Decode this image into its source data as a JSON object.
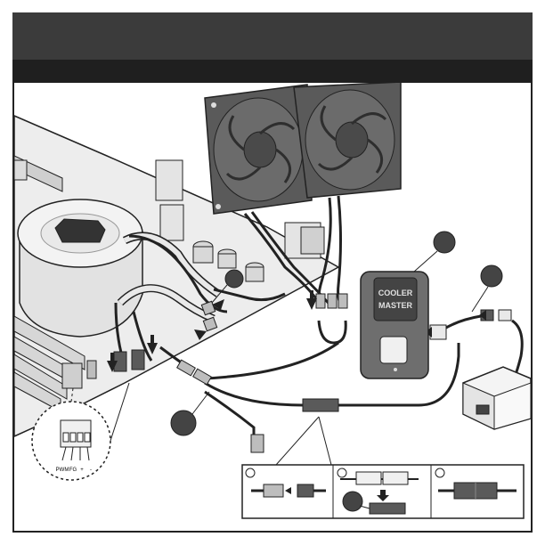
{
  "header": {
    "title": "",
    "subtitle": ""
  },
  "cooler_logo": {
    "line1": "COOLER",
    "line2": "MASTER"
  },
  "fan_header_pins": [
    "PWM",
    "FG",
    "+",
    "-"
  ],
  "callouts": [
    {
      "id": "fan-connector-callout",
      "label": ""
    },
    {
      "id": "controller-callout",
      "label": ""
    },
    {
      "id": "psu-cable-callout",
      "label": ""
    },
    {
      "id": "splitter-callout",
      "label": ""
    },
    {
      "id": "adhesive-callout",
      "label": ""
    }
  ],
  "steps": [
    {
      "number": ""
    },
    {
      "number": ""
    },
    {
      "number": ""
    }
  ],
  "colors": {
    "header": "#3b3b3b",
    "subheader": "#1f1f1f",
    "line": "#222222",
    "fill_light": "#e6e6e6",
    "fill_mid": "#bdbdbd",
    "fill_dark": "#5a5a5a"
  }
}
